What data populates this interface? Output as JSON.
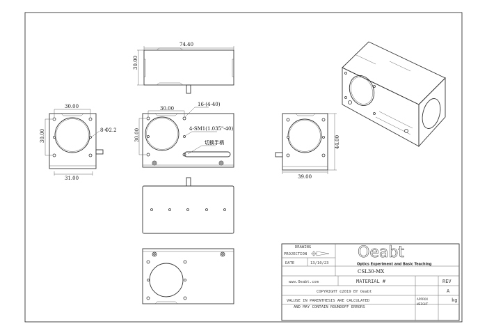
{
  "views": {
    "top": {
      "width_dim": "74.40",
      "height_dim": "30.00"
    },
    "left": {
      "top_dim": "30.00",
      "side_dim": "30.00",
      "bottom_dim": "31.00",
      "hole_callout": "8-Φ2.2"
    },
    "front": {
      "top_dim": "30.00",
      "side_dim": "30.00",
      "screw_callout": "16-(4-40)",
      "thread_callout": "4-SM1(1.035\"-40)",
      "handle_callout": "切换手柄"
    },
    "right": {
      "bottom_dim": "39.00",
      "side_dim": "44.00"
    }
  },
  "title_block": {
    "drawing_label": "DRAWING",
    "projection_label": "PROJECTION",
    "date_label": "DATE",
    "date_value": "13/10/23",
    "logo_text": "Oeabt",
    "logo_subtitle": "Optics Experiment and Basic Teaching",
    "part_number": "CSL30-MX",
    "website": "www.Oeabt.com",
    "material_label": "MATERIAL #",
    "rev_label": "REV",
    "rev_value": "A",
    "copyright": "COPYRIGHT ©2019 BY Oeabt",
    "note_line1": "VALUSE IN PARENTHESIS ARE CALCULATED",
    "note_line2": "AND MAY CONTAIN ROUNDOFF ERRORS",
    "approx_weight_label1": "APPROX",
    "approx_weight_label2": "WEIGHT",
    "weight_unit": "kg"
  }
}
